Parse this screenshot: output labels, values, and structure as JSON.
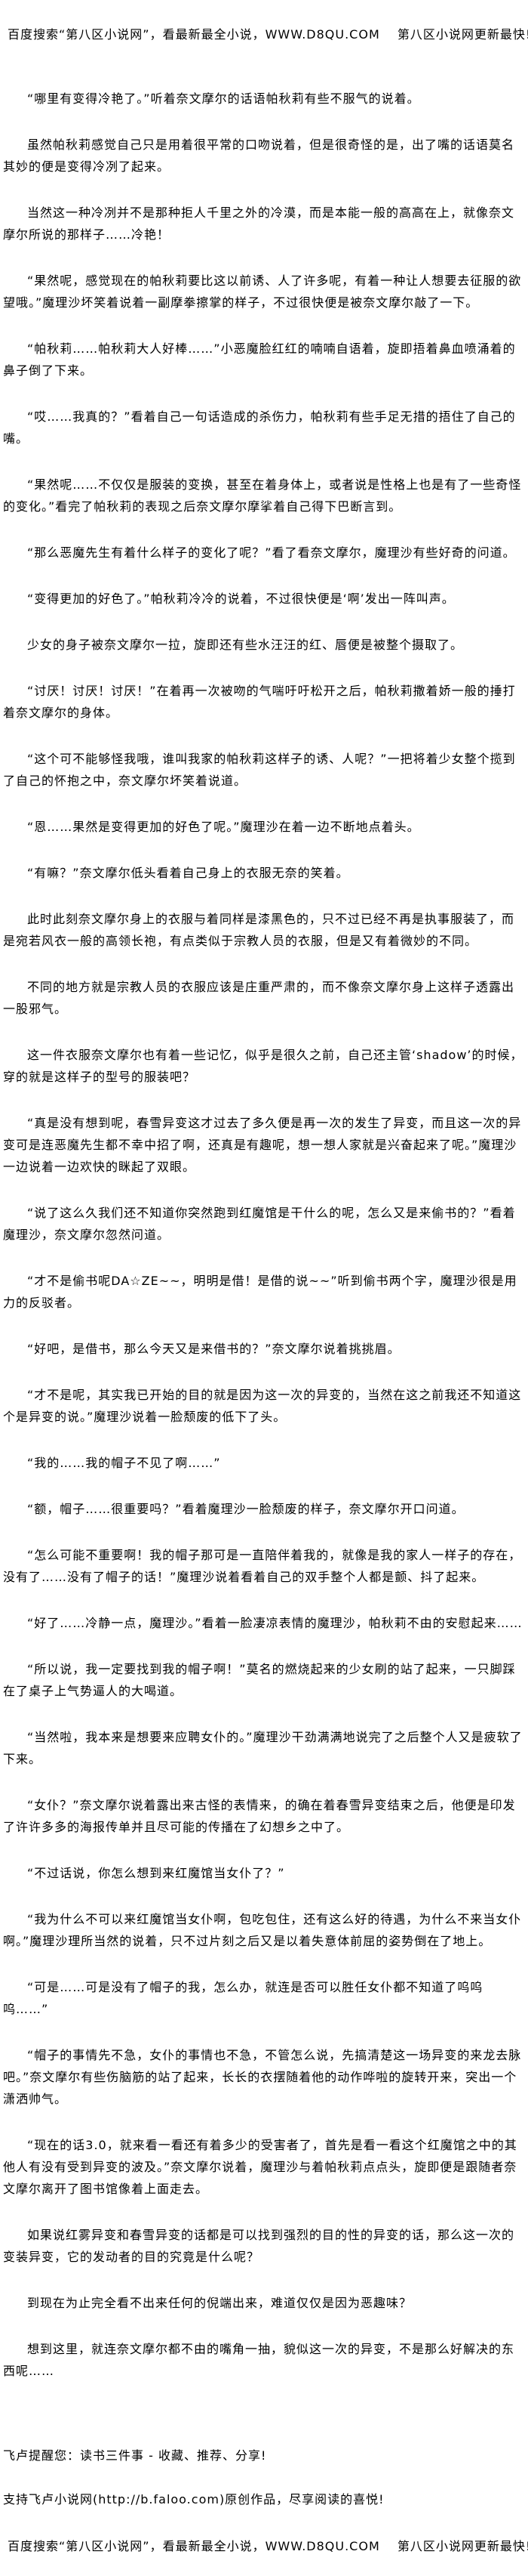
{
  "banner": "百度搜索“第八区小说网”，看最新最全小说，WWW.D8QU.COM　 第八区小说网更新最快!",
  "paragraphs": [
    "“哪里有变得冷艳了。”听着奈文摩尔的话语帕秋莉有些不服气的说着。",
    "虽然帕秋莉感觉自己只是用着很平常的口吻说着，但是很奇怪的是，出了嘴的话语莫名其妙的便是变得冷冽了起来。",
    "当然这一种冷冽并不是那种拒人千里之外的冷漠，而是本能一般的高高在上，就像奈文摩尔所说的那样子……冷艳！",
    "“果然呢，感觉现在的帕秋莉要比这以前诱、人了许多呢，有着一种让人想要去征服的欲望哦。”魔理沙坏笑着说着一副摩拳擦掌的样子，不过很快便是被奈文摩尔敲了一下。",
    "“帕秋莉……帕秋莉大人好棒……”小恶魔脸红红的喃喃自语着，旋即捂着鼻血喷涌着的鼻子倒了下来。",
    "“哎……我真的？”看着自己一句话造成的杀伤力，帕秋莉有些手足无措的捂住了自己的嘴。",
    "“果然呢……不仅仅是服装的变换，甚至在着身体上，或者说是性格上也是有了一些奇怪的变化。”看完了帕秋莉的表现之后奈文摩尔摩挲着自己得下巴断言到。",
    "“那么恶魔先生有着什么样子的变化了呢？”看了看奈文摩尔，魔理沙有些好奇的问道。",
    "“变得更加的好色了。”帕秋莉冷冷的说着，不过很快便是‘啊’发出一阵叫声。",
    "少女的身子被奈文摩尔一拉，旋即还有些水汪汪的红、唇便是被整个摄取了。",
    "“讨厌！讨厌！讨厌！”在着再一次被吻的气喘吁吁松开之后，帕秋莉撒着娇一般的捶打着奈文摩尔的身体。",
    "“这个可不能够怪我哦，谁叫我家的帕秋莉这样子的诱、人呢？”一把将着少女整个揽到了自己的怀抱之中，奈文摩尔坏笑着说道。",
    "“恩……果然是变得更加的好色了呢。”魔理沙在着一边不断地点着头。",
    "“有嘛？”奈文摩尔低头看着自己身上的衣服无奈的笑着。",
    "此时此刻奈文摩尔身上的衣服与着同样是漆黑色的，只不过已经不再是执事服装了，而是宛若风衣一般的高领长袍，有点类似于宗教人员的衣服，但是又有着微妙的不同。",
    "不同的地方就是宗教人员的衣服应该是庄重严肃的，而不像奈文摩尔身上这样子透露出一股邪气。",
    "这一件衣服奈文摩尔也有着一些记忆，似乎是很久之前，自己还主管‘shadow’的时候，穿的就是这样子的型号的服装吧？",
    "“真是没有想到呢，春雪异变这才过去了多久便是再一次的发生了异变，而且这一次的异变可是连恶魔先生都不幸中招了啊，还真是有趣呢，想一想人家就是兴奋起来了呢。”魔理沙一边说着一边欢快的眯起了双眼。",
    "“说了这么久我们还不知道你突然跑到红魔馆是干什么的呢，怎么又是来偷书的？”看着魔理沙，奈文摩尔忽然问道。",
    "“才不是偷书呢DA☆ZE~~，明明是借！是借的说~~”听到偷书两个字，魔理沙很是用力的反驳者。",
    "“好吧，是借书，那么今天又是来借书的？”奈文摩尔说着挑挑眉。",
    "“才不是呢，其实我已开始的目的就是因为这一次的异变的，当然在这之前我还不知道这个是异变的说。”魔理沙说着一脸颓废的低下了头。",
    "“我的……我的帽子不见了啊……”",
    "“额，帽子……很重要吗？”看着魔理沙一脸颓废的样子，奈文摩尔开口问道。",
    "“怎么可能不重要啊！我的帽子那可是一直陪伴着我的，就像是我的家人一样子的存在，没有了……没有了帽子的话！”魔理沙说着看着自己的双手整个人都是颤、抖了起来。",
    "“好了……冷静一点，魔理沙。”看着一脸凄凉表情的魔理沙，帕秋莉不由的安慰起来……",
    "“所以说，我一定要找到我的帽子啊！”莫名的燃烧起来的少女刷的站了起来，一只脚踩在了桌子上气势逼人的大喝道。",
    "“当然啦，我本来是想要来应聘女仆的。”魔理沙干劲满满地说完了之后整个人又是疲软了下来。",
    "“女仆？”奈文摩尔说着露出来古怪的表情来，的确在着春雪异变结束之后，他便是印发了许许多多的海报传单并且尽可能的传播在了幻想乡之中了。",
    "“不过话说，你怎么想到来红魔馆当女仆了？”",
    "“我为什么不可以来红魔馆当女仆啊，包吃包住，还有这么好的待遇，为什么不来当女仆啊。”魔理沙理所当然的说着，只不过片刻之后又是以着失意体前屈的姿势倒在了地上。",
    "“可是……可是没有了帽子的我，怎么办，就连是否可以胜任女仆都不知道了呜呜呜……”",
    "“帽子的事情先不急，女仆的事情也不急，不管怎么说，先搞清楚这一场异变的来龙去脉吧。”奈文摩尔有些伤脑筋的站了起来，长长的衣摆随着他的动作哗啦的旋转开来，突出一个潇洒帅气。",
    "“现在的话3.0，就来看一看还有着多少的受害者了，首先是看一看这个红魔馆之中的其他人有没有受到异变的波及。”奈文摩尔说着，魔理沙与着帕秋莉点点头，旋即便是跟随者奈文摩尔离开了图书馆像着上面走去。",
    "如果说红雾异变和春雪异变的话都是可以找到强烈的目的性的异变的话，那么这一次的变装异变，它的发动者的目的究竟是什么呢？",
    "到现在为止完全看不出来任何的倪端出来，难道仅仅是因为恶趣味？",
    "想到这里，就连奈文摩尔都不由的嘴角一抽，貌似这一次的异变，不是那么好解决的东西呢……"
  ],
  "footer": {
    "reminder": "飞卢提醒您：读书三件事 - 收藏、推荐、分享!",
    "support": "支持飞卢小说网(http://b.faloo.com)原创作品，尽享阅读的喜悦!",
    "banner": "百度搜索“第八区小说网”，看最新最全小说，WWW.D8QU.COM　 第八区小说网更新最快!"
  }
}
